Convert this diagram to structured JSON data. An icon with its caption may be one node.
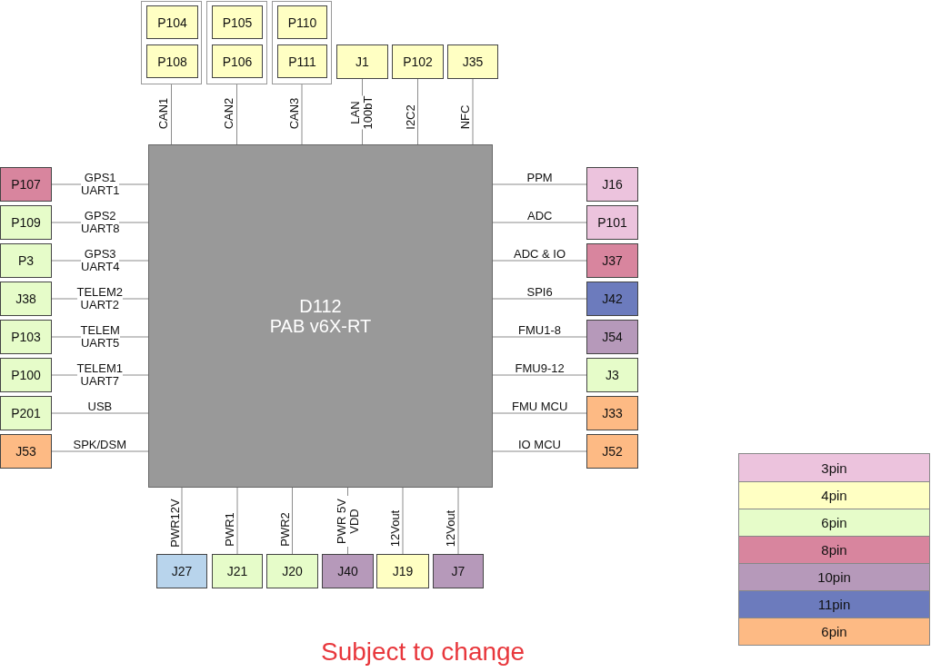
{
  "diagram": {
    "nodes": [
      {
        "text": [],
        "shape": "box"
      },
      {
        "text": [
          "P104"
        ],
        "in": 0
      },
      {
        "text": [
          "P108"
        ],
        "in": 0
      },
      {
        "text": [],
        "shape": "box"
      },
      {
        "text": [
          "P105"
        ],
        "in": 3
      },
      {
        "text": [
          "P106"
        ],
        "in": 3
      },
      {
        "text": [],
        "shape": "box"
      },
      {
        "text": [
          "P110"
        ],
        "in": 6
      },
      {
        "text": [
          "P111"
        ],
        "in": 6
      },
      {
        "text": [
          "J1"
        ]
      },
      {
        "text": [
          "P102"
        ]
      },
      {
        "text": [
          "J35"
        ]
      },
      {
        "text": [
          "D112",
          "PAB v6X-RT"
        ]
      },
      {
        "text": [
          "P107"
        ]
      },
      {
        "text": [
          "P109"
        ]
      },
      {
        "text": [
          "P3"
        ]
      },
      {
        "text": [
          "J38"
        ]
      },
      {
        "text": [
          "P103"
        ]
      },
      {
        "text": [
          "P100"
        ]
      },
      {
        "text": [
          "P201"
        ]
      },
      {
        "text": [
          "J53"
        ]
      },
      {
        "text": [
          "J16"
        ]
      },
      {
        "text": [
          "P101"
        ]
      },
      {
        "text": [
          "J37"
        ]
      },
      {
        "text": [
          "J42"
        ]
      },
      {
        "text": [
          "J54"
        ]
      },
      {
        "text": [
          "J3"
        ]
      },
      {
        "text": [
          "J33"
        ]
      },
      {
        "text": [
          "J52"
        ]
      },
      {
        "text": [
          "J27"
        ]
      },
      {
        "text": [
          "J21"
        ]
      },
      {
        "text": [
          "J20"
        ]
      },
      {
        "text": [
          "J40"
        ]
      },
      {
        "text": [
          "J19"
        ]
      },
      {
        "text": [
          "J7"
        ]
      }
    ],
    "edges": [
      {
        "from": 0,
        "to": 12,
        "arrow": "none",
        "label": "CAN1"
      },
      {
        "from": 3,
        "to": 12,
        "arrow": "none",
        "label": "CAN2"
      },
      {
        "from": 6,
        "to": 12,
        "arrow": "none",
        "label": "CAN3"
      },
      {
        "from": 9,
        "to": 12,
        "arrow": "none",
        "label": "LAN 100bT"
      },
      {
        "from": 10,
        "to": 12,
        "arrow": "none",
        "label": "I2C2"
      },
      {
        "from": 11,
        "to": 12,
        "arrow": "none",
        "label": "NFC"
      },
      {
        "from": 13,
        "to": 12,
        "arrow": "none",
        "label": "GPS1 UART1"
      },
      {
        "from": 14,
        "to": 12,
        "arrow": "none",
        "label": "GPS2 UART8"
      },
      {
        "from": 15,
        "to": 12,
        "arrow": "none",
        "label": "GPS3 UART4"
      },
      {
        "from": 16,
        "to": 12,
        "arrow": "none",
        "label": "TELEM2 UART2"
      },
      {
        "from": 17,
        "to": 12,
        "arrow": "none",
        "label": "TELEM UART5"
      },
      {
        "from": 18,
        "to": 12,
        "arrow": "none",
        "label": "TELEM1 UART7"
      },
      {
        "from": 19,
        "to": 12,
        "arrow": "none",
        "label": "USB"
      },
      {
        "from": 20,
        "to": 12,
        "arrow": "none",
        "label": "SPK/DSM"
      },
      {
        "from": 12,
        "to": 21,
        "arrow": "none",
        "label": "PPM"
      },
      {
        "from": 12,
        "to": 22,
        "arrow": "none",
        "label": "ADC"
      },
      {
        "from": 12,
        "to": 23,
        "arrow": "none",
        "label": "ADC & IO"
      },
      {
        "from": 12,
        "to": 24,
        "arrow": "none",
        "label": "SPI6"
      },
      {
        "from": 12,
        "to": 25,
        "arrow": "none",
        "label": "FMU1-8"
      },
      {
        "from": 12,
        "to": 26,
        "arrow": "none",
        "label": "FMU9-12"
      },
      {
        "from": 12,
        "to": 27,
        "arrow": "none",
        "label": "FMU MCU"
      },
      {
        "from": 12,
        "to": 28,
        "arrow": "none",
        "label": "IO MCU"
      },
      {
        "from": 12,
        "to": 29,
        "arrow": "none",
        "label": "PWR12V"
      },
      {
        "from": 12,
        "to": 30,
        "arrow": "none",
        "label": "PWR1"
      },
      {
        "from": 12,
        "to": 31,
        "arrow": "none",
        "label": "PWR2"
      },
      {
        "from": 12,
        "to": 32,
        "arrow": "none",
        "label": "PWR 5V VDD"
      },
      {
        "from": 12,
        "to": 33,
        "arrow": "none",
        "label": "12Vout"
      },
      {
        "from": 12,
        "to": 34,
        "arrow": "none",
        "label": "12Vout"
      }
    ],
    "labels": [
      "Subject to change"
    ],
    "legend": [
      {
        "text": "3pin",
        "color": "#ecc3dd"
      },
      {
        "text": "4pin",
        "color": "#ffffc3"
      },
      {
        "text": "6pin",
        "color": "#e6fcc9"
      },
      {
        "text": "8pin",
        "color": "#d8859e"
      },
      {
        "text": "10pin",
        "color": "#b699ba"
      },
      {
        "text": "11pin",
        "color": "#6c7bbd"
      },
      {
        "text": "6pin",
        "color": "#fdba84"
      }
    ]
  }
}
